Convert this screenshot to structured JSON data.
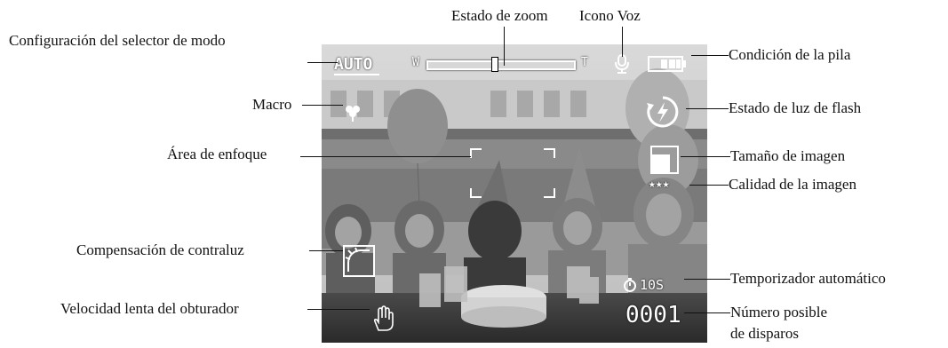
{
  "callouts": {
    "mode_selector": "Configuración del selector de modo",
    "zoom": "Estado de zoom",
    "voice": "Icono Voz",
    "battery": "Condición de la pila",
    "macro": "Macro",
    "flash": "Estado de luz de flash",
    "focus": "Área de enfoque",
    "image_size": "Tamaño de imagen",
    "image_quality": "Calidad de la imagen",
    "backlight": "Compensación de contraluz",
    "self_timer": "Temporizador automático",
    "slow_shutter": "Velocidad lenta del obturador",
    "shots_line1": "Número posible",
    "shots_line2": "de disparos"
  },
  "lcd": {
    "mode": "AUTO",
    "zoom_wide": "W",
    "zoom_tele": "T",
    "zoom_level": 0.45,
    "timer": "10S",
    "shots": "0001",
    "quality": "★★★"
  }
}
